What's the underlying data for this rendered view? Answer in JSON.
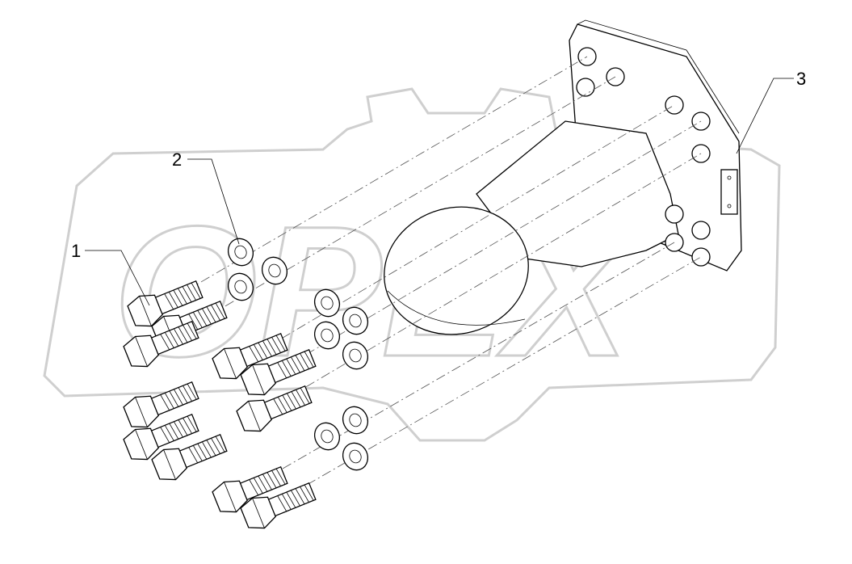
{
  "watermark": {
    "text": "OPEX",
    "color": "#cfcfcf"
  },
  "callouts": [
    {
      "number": "1"
    },
    {
      "number": "2"
    },
    {
      "number": "3"
    }
  ]
}
